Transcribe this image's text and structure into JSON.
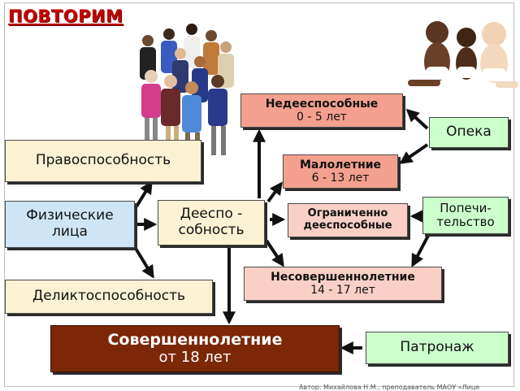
{
  "slide": {
    "title": "ПОВТОРИМ",
    "credit": "Автор: Михайлова Н.М., преподаватель МАОУ «Лице"
  },
  "nodes": {
    "nedeesposobnye": {
      "line1": "Недееспособные",
      "line2": "0 - 5 лет"
    },
    "opeka": {
      "label": "Опека"
    },
    "pravosposobnost": {
      "label": "Правоспособность"
    },
    "maloletnie": {
      "line1": "Малолетние",
      "line2": "6 - 13 лет"
    },
    "popechitelstvo": {
      "line1": "Попечи-",
      "line2": "тельство"
    },
    "fizicheskie": {
      "line1": "Физические",
      "line2": "лица"
    },
    "deesposobnost": {
      "line1": "Дееспо -",
      "line2": "собность"
    },
    "ogranichenno": {
      "line1": "Ограниченно",
      "line2": "дееспособные"
    },
    "nesovershennoletnie": {
      "line1": "Несовершеннолетние",
      "line2": "14 - 17 лет"
    },
    "deliktosposobnost": {
      "label": "Деликтоспособность"
    },
    "sovershennoletnie": {
      "line1": "Совершеннолетние",
      "line2": "от 18 лет"
    },
    "patronazh": {
      "label": "Патронаж"
    }
  },
  "colors": {
    "salmon": "#f4a08e",
    "pink": "#f9cfc6",
    "green": "#ccffcc",
    "cream": "#fbf1d3",
    "blue": "#cfe5f6",
    "dark": "#7b2708",
    "arrow": "#111111",
    "title": "#c00000"
  },
  "illustrations": {
    "crowd": "group-of-adults-photo",
    "babies": "three-babies-photo"
  }
}
